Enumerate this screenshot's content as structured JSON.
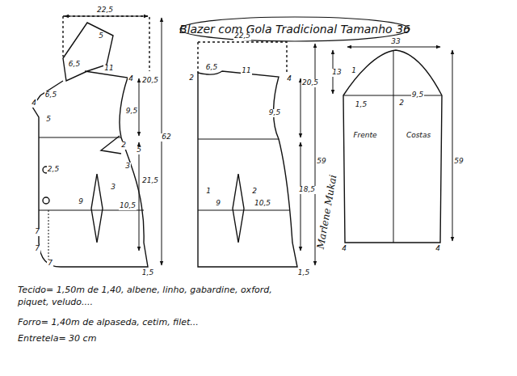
{
  "diagram": {
    "title": "Blazer com Gola Tradicional Tamanho 36",
    "labels": [
      "22,5",
      "5",
      "6,5",
      "11",
      "4",
      "4",
      "6,5",
      "5",
      "20,5",
      "9,5",
      "62",
      "2",
      "5",
      "3",
      "21,5",
      "2,5",
      "9",
      "3",
      "10,5",
      "7",
      "7",
      "7",
      "1,5",
      "22,5",
      "2",
      "6,5",
      "11",
      "4",
      "20,5",
      "9,5",
      "59",
      "18,5",
      "1",
      "9",
      "2",
      "10,5",
      "1,5",
      "33",
      "13",
      "1",
      "1,5",
      "2",
      "9,5",
      "Frente",
      "Costas",
      "59",
      "4",
      "4",
      "Tecido= 1,50m de 1,40, albene, linho, gabardine, oxford, piquet, veludo....",
      "Forro= 1,40m de alpaseda, cetim, filet...",
      "Entretela= 30 cm",
      "Marlene Mukai"
    ]
  }
}
